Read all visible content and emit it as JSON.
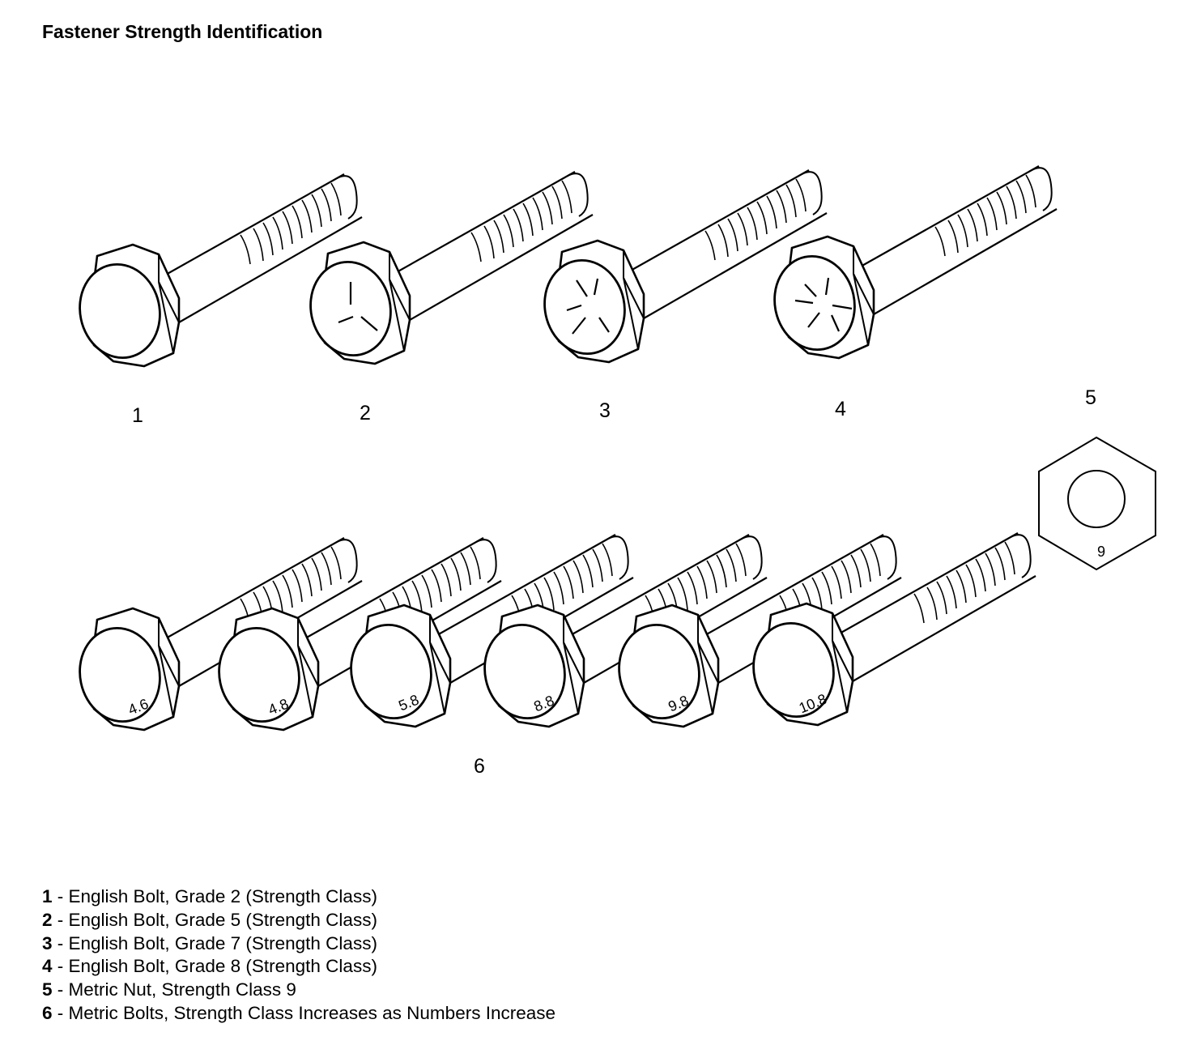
{
  "title": "Fastener Strength Identification",
  "callouts": {
    "c1": "1",
    "c2": "2",
    "c3": "3",
    "c4": "4",
    "c5": "5",
    "c6": "6"
  },
  "nut_marking": "9",
  "metric_markings": [
    "4.6",
    "4.8",
    "5.8",
    "8.8",
    "9.8",
    "10.8"
  ],
  "head_marks": {
    "grade2": "none",
    "grade5": "3 radial lines",
    "grade7": "5 radial lines",
    "grade8": "6 radial lines"
  },
  "legend": [
    {
      "num": "1",
      "sep": " - ",
      "text": "English Bolt, Grade 2 (Strength Class)"
    },
    {
      "num": "2",
      "sep": " - ",
      "text": "English Bolt, Grade 5 (Strength Class)"
    },
    {
      "num": "3",
      "sep": " - ",
      "text": "English Bolt, Grade 7 (Strength Class)"
    },
    {
      "num": "4",
      "sep": " - ",
      "text": "English Bolt, Grade 8 (Strength Class)"
    },
    {
      "num": "5",
      "sep": " - ",
      "text": "Metric Nut, Strength Class 9"
    },
    {
      "num": "6",
      "sep": " - ",
      "text": "Metric Bolts, Strength Class Increases as Numbers Increase"
    }
  ]
}
